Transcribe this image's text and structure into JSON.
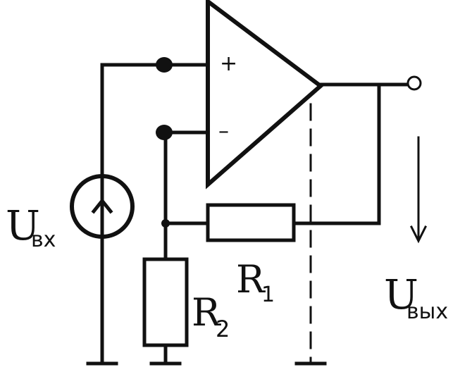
{
  "diagram": {
    "input_voltage": {
      "main": "U",
      "sub": "вх"
    },
    "output_voltage": {
      "main": "U",
      "sub": "вых"
    },
    "resistor_1": {
      "main": "R",
      "sub": "1"
    },
    "resistor_2": {
      "main": "R",
      "sub": "2"
    },
    "opamp": {
      "plus": "+",
      "minus": "–"
    }
  },
  "colors": {
    "ink": "#111111",
    "background": "#ffffff"
  }
}
